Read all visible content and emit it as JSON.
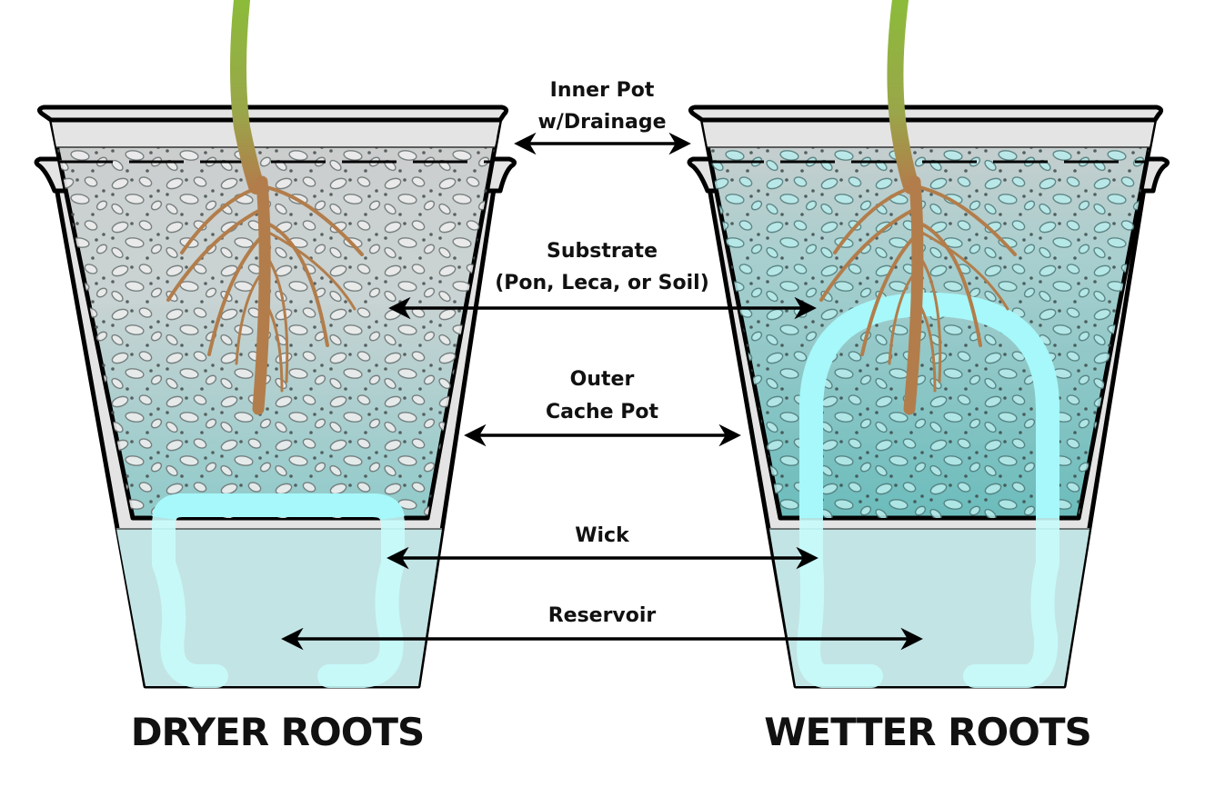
{
  "labels": {
    "inner_pot": [
      "Inner Pot",
      "w/Drainage"
    ],
    "substrate": [
      "Substrate",
      "(Pon, Leca, or Soil)"
    ],
    "outer_pot": [
      "Outer",
      "Cache Pot"
    ],
    "wick": "Wick",
    "reservoir": "Reservoir"
  },
  "captions": {
    "left": "DRYER ROOTS",
    "right": "WETTER ROOTS"
  },
  "colors": {
    "outline": "#000000",
    "pot_wall": "#e4e4e4",
    "substrate_dry": "#cfcfcf",
    "substrate_wet": "#7fc4c4",
    "reservoir_water": "#c3e4e4",
    "wick": "#c8fbfb",
    "wick_saturated": "#a6f8fa",
    "root": "#b27d4b",
    "stem_top": "#8cbb3a",
    "pebble_dry": "#ececec",
    "pebble_wet": "#bfeeee",
    "pebble_stroke": "#6a7a7a",
    "grit": "#4a5555"
  },
  "pots": [
    {
      "id": "left",
      "caption": "DRYER ROOTS",
      "wick_shape": "low-loop",
      "moisture": "dry"
    },
    {
      "id": "right",
      "caption": "WETTER ROOTS",
      "wick_shape": "tall-arch",
      "moisture": "wet"
    }
  ]
}
